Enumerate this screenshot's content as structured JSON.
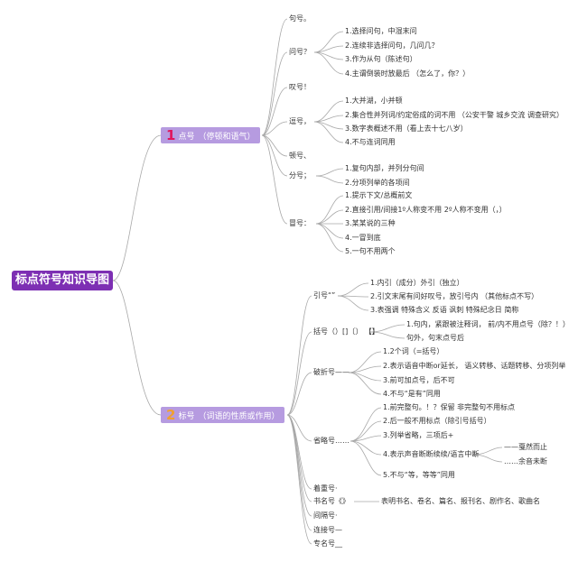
{
  "root": "标点符号知识导图",
  "branches": [
    {
      "num": "1",
      "label": "点号",
      "note": "（停顿和语气）",
      "items": [
        {
          "label": "句号。",
          "children": []
        },
        {
          "label": "问号？",
          "children": [
            "1.选择问句，中湿末问",
            "2.连续非选择问句，几问几？",
            "3.作为从句（陈述句）",
            "4.主谓倒装时放最后 （怎么了，你？）"
          ]
        },
        {
          "label": "叹号！",
          "children": []
        },
        {
          "label": "逗号，",
          "children": [
            "1.大并湖，小并顿",
            "2.集合性并列词/约定俗成的词不用 （公安干警 城乡交流 调查研究）",
            "3.数字表概述不用（看上去十七八岁）",
            "4.不与连词同用"
          ]
        },
        {
          "label": "顿号、",
          "children": []
        },
        {
          "label": "分号；",
          "children": [
            "1.复句内部，并列分句间",
            "2.分项列举的各项间"
          ]
        },
        {
          "label": "冒号：",
          "children": [
            "1.提示下文/总概前文",
            "2.直接引用/间接1º人称变不用 2º人称不变用（，）",
            "3.某某说的三种",
            "4.一冒到底",
            "5.一句不用两个"
          ]
        }
      ]
    },
    {
      "num": "2",
      "label": "标号",
      "note": "（词语的性质或作用）",
      "items": [
        {
          "label": "引号“”",
          "children": [
            "1.内引（成分）外引（独立）",
            "2.引文末尾有问好叹号，放引号内 （其他标点不写）",
            "3.表强调 特殊含义 反语 讽刺 特殊纪念日 简称"
          ]
        },
        {
          "label": "括号（）[]〔〕 【】",
          "children": [
            "1.句内，紧跟被注释词， 前/内不用点号（除？！）",
            "句外，句末点号后"
          ]
        },
        {
          "label": "破折号——",
          "children": [
            "1.2个词（=括号）",
            "2.表示语音中断or延长， 语义转移、话题转移、分项列举",
            "3.前可加点号，后不可",
            "4.不与“是有”同用"
          ]
        },
        {
          "label": "省略号……",
          "children": [
            "1.前完整句。！？保留 非完整句不用标点",
            "2.后一般不用标点（除引号括号）",
            "3.列举省略，三项后+",
            "4.表示声音断断续续/语言中断",
            "5.不与“等，等等”同用"
          ],
          "sub": [
            "——戛然而止",
            "……余音未断"
          ]
        },
        {
          "label": "着重号·",
          "children": []
        },
        {
          "label": "书名号《》",
          "children": [
            "表明书名、卷名、篇名、报刊名、剧作名、歌曲名"
          ]
        },
        {
          "label": "间隔号·",
          "children": []
        },
        {
          "label": "连接号—",
          "children": []
        },
        {
          "label": "专名号__",
          "children": []
        }
      ]
    }
  ],
  "colors": {
    "root": "#7d2fb3",
    "branch": "#b69be0",
    "line": "#a8a8a8"
  }
}
